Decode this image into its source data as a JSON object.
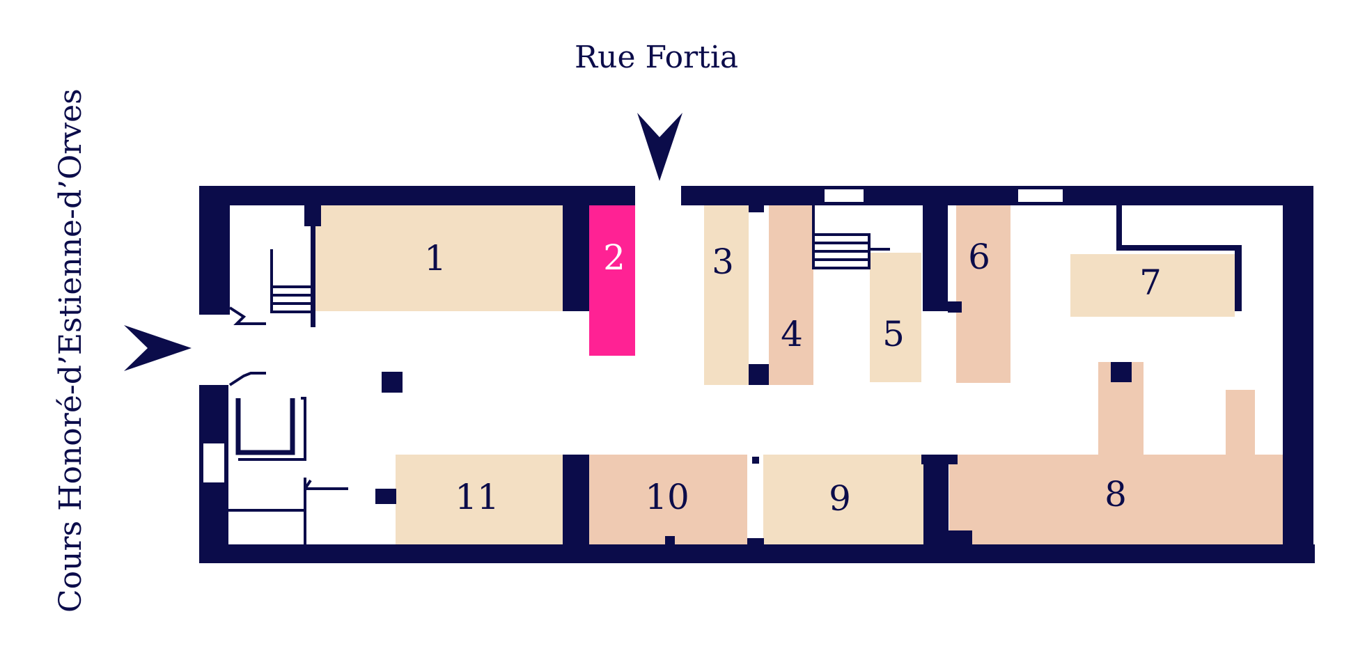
{
  "streets": {
    "top": "Rue Fortia",
    "left": "Cours Honoré-d’Estienne-d’Orves"
  },
  "colors": {
    "wall": "#0b0c4a",
    "room_light": "#f3dfc3",
    "room_medium": "#efcab2",
    "room_highlight": "#ff2294",
    "background": "#ffffff"
  },
  "rooms": [
    {
      "number": "1",
      "tone": "light"
    },
    {
      "number": "2",
      "tone": "highlight"
    },
    {
      "number": "3",
      "tone": "light"
    },
    {
      "number": "4",
      "tone": "medium"
    },
    {
      "number": "5",
      "tone": "light"
    },
    {
      "number": "6",
      "tone": "medium"
    },
    {
      "number": "7",
      "tone": "light"
    },
    {
      "number": "8",
      "tone": "medium"
    },
    {
      "number": "9",
      "tone": "light"
    },
    {
      "number": "10",
      "tone": "medium"
    },
    {
      "number": "11",
      "tone": "light"
    }
  ],
  "entrances": [
    {
      "name": "entrance-rue-fortia"
    },
    {
      "name": "entrance-cours-honore"
    }
  ]
}
